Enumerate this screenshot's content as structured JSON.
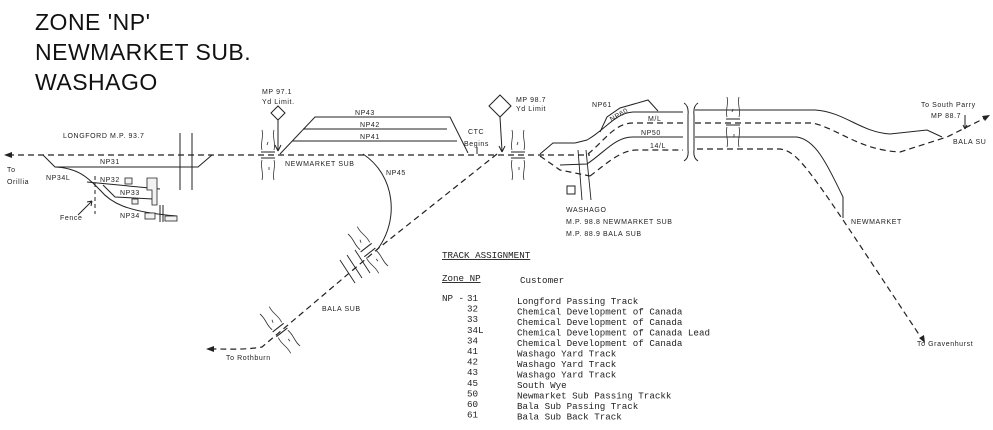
{
  "title": {
    "line1": "ZONE 'NP'",
    "line2": "NEWMARKET SUB.",
    "line3": "WASHAGO"
  },
  "labels": {
    "longford": "LONGFORD M.P. 93.7",
    "to": "To",
    "orillia": "Orillia",
    "np31": "NP31",
    "np34l": "NP34L",
    "np32": "NP32",
    "np33": "NP33",
    "np34": "NP34",
    "fence": "Fence",
    "mp971": "MP 97.1",
    "yd_limit_1": "Yd Limit.",
    "np43": "NP43",
    "np42": "NP42",
    "np41": "NP41",
    "ctc": "CTC",
    "begins": "Begins",
    "mp987": "MP 98.7",
    "yd_limit_2": "Yd Limit",
    "newmarket_sub": "NEWMARKET SUB",
    "np45": "NP45",
    "bala_sub": "BALA SUB",
    "to_rothburn": "To Rothburn",
    "np61": "NP61",
    "np60": "NP60",
    "ml": "M/L",
    "np50": "NP50",
    "14l": "14/L",
    "washago": "WASHAGO",
    "mp988": "M.P. 98.8 NEWMARKET SUB",
    "mp889": "M.P. 88.9 BALA SUB",
    "newmarket": "NEWMARKET",
    "to_south_parry": "To South Parry",
    "mp887": "MP 88.7",
    "bala_su": "BALA SU",
    "to_gravenhurst": "To Gravenhurst"
  },
  "track_assignment": {
    "heading": "TRACK ASSIGNMENT",
    "col_zone": "Zone NP",
    "col_customer": "Customer",
    "prefix": "NP -",
    "rows": [
      {
        "zone": "31",
        "customer": "Longford Passing Track"
      },
      {
        "zone": "32",
        "customer": "Chemical Development of Canada"
      },
      {
        "zone": "33",
        "customer": "Chemical Development of Canada"
      },
      {
        "zone": "34L",
        "customer": "Chemical Development of Canada Lead"
      },
      {
        "zone": "34",
        "customer": "Chemical Development of Canada"
      },
      {
        "zone": "41",
        "customer": "Washago Yard Track"
      },
      {
        "zone": "42",
        "customer": "Washago Yard Track"
      },
      {
        "zone": "43",
        "customer": "Washago Yard Track"
      },
      {
        "zone": "45",
        "customer": "South Wye"
      },
      {
        "zone": "50",
        "customer": "Newmarket Sub Passing Trackk"
      },
      {
        "zone": "60",
        "customer": "Bala Sub Passing Track"
      },
      {
        "zone": "61",
        "customer": "Bala Sub Back Track"
      }
    ]
  }
}
